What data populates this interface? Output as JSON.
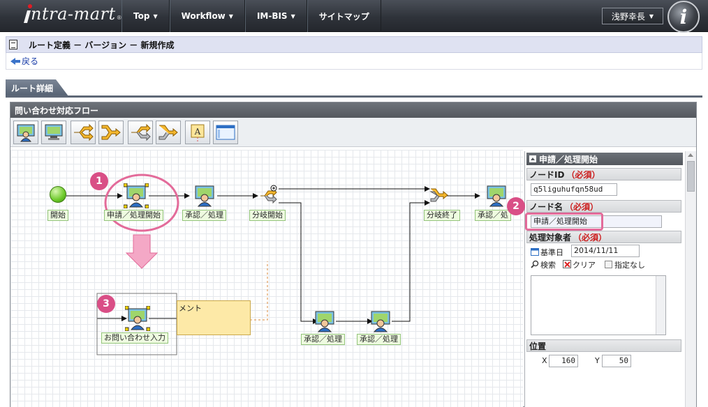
{
  "header": {
    "logo_text": "ntra-mart",
    "logo_mark": "i",
    "logo_reg": "®",
    "nav": [
      {
        "label": "Top",
        "has_caret": true
      },
      {
        "label": "Workflow",
        "has_caret": true
      },
      {
        "label": "IM-BIS",
        "has_caret": true
      },
      {
        "label": "サイトマップ",
        "has_caret": false
      }
    ],
    "user_name": "浅野幸長",
    "avatar_glyph": "i"
  },
  "page": {
    "title": "ルート定義 － バージョン － 新規作成",
    "back_label": "戻る",
    "tab_label": "ルート詳細"
  },
  "flow": {
    "header_title": "問い合わせ対応フロー",
    "toolbar_icons": [
      "user-node-icon",
      "system-node-icon",
      "branch-start-icon",
      "branch-end-icon",
      "exclusive-start-icon",
      "exclusive-end-icon",
      "comment-node-icon",
      "panel-node-icon"
    ],
    "toolbar_comment_glyph": "A",
    "nodes": {
      "start": "開始",
      "apply": "申請／処理開始",
      "approve1": "承認／処理",
      "branch_start": "分岐開始",
      "branch_end": "分岐終了",
      "approve_right": "承認／処",
      "approve_lower1": "承認／処理",
      "approve_lower2": "承認／処理",
      "inquiry": "お問い合わせ入力",
      "comment": "メント"
    },
    "callouts": [
      "1",
      "2",
      "3"
    ]
  },
  "side": {
    "section_title": "申請／処理開始",
    "node_id_label": "ノードID",
    "node_name_label": "ノード名",
    "target_label": "処理対象者",
    "required_mark": "（必須）",
    "node_id_value": "q5liguhufqn58ud",
    "node_name_value": "申請／処理開始",
    "date_label": "基準日",
    "date_value": "2014/11/11",
    "search_label": "検索",
    "clear_label": "クリア",
    "none_label": "指定なし",
    "position_label": "位置",
    "x_label": "X",
    "x_value": "160",
    "y_label": "Y",
    "y_value": "50"
  },
  "colors": {
    "accent_pink": "#d94f86",
    "required_red": "#cc1c1c",
    "link_blue": "#1a3da8"
  }
}
